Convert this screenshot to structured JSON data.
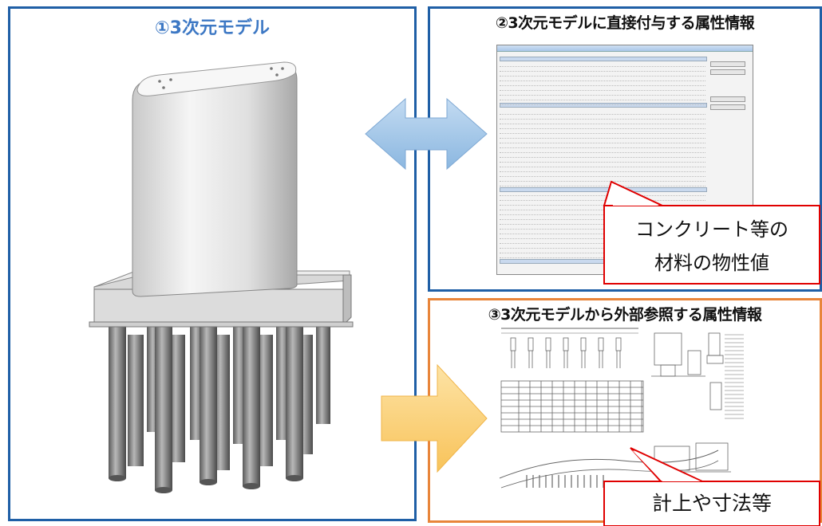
{
  "panels": {
    "model": {
      "title": "①3次元モデル"
    },
    "direct_attributes": {
      "title": "②3次元モデルに直接付与する属性情報"
    },
    "external_reference": {
      "title": "③3次元モデルから外部参照する属性情報"
    }
  },
  "callouts": {
    "material": {
      "line1": "コンクリート等の",
      "line2": "材料の物性値"
    },
    "drawings": {
      "text": "計上や寸法等"
    }
  },
  "colors": {
    "blue_frame": "#1f5fa6",
    "orange_frame": "#e8853a",
    "title_blue": "#3d78c4",
    "arrow_blue": "#9dc3e6",
    "arrow_yellow": "#fbd27a",
    "callout_border": "#e00000"
  }
}
